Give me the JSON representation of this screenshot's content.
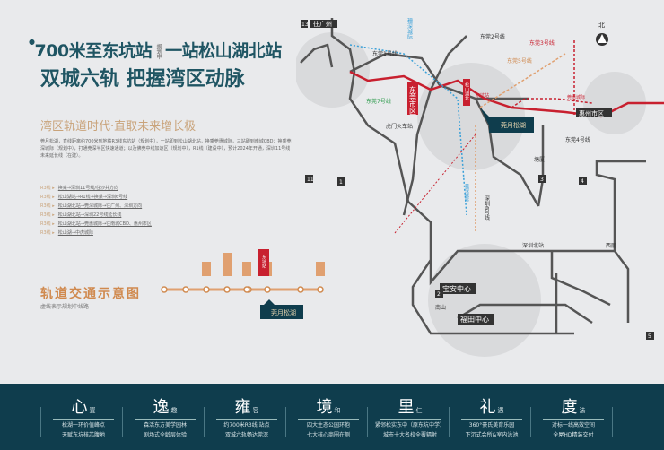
{
  "header": {
    "title_part1": "700米至东坑站",
    "title_note": "规划中",
    "title_part2": "一站松山湖北站",
    "subtitle": "双城六轨  把握湾区动脉"
  },
  "intro": {
    "heading": "湾区轨道时代·直取未来增长极",
    "paragraph": "莞月松湖，直线距离约700米到地铁R3线东坑站（规划中），一站即到松山湖北站，换乘莞惠城际，三站即到南城CBD；换乘莞深城际（规划中），打通莞深半区快速通道；以及佛莞中线加速区（规划中），R1线（建设中），预计2024年开通，深圳11号线未来延长线（在建）。"
  },
  "routes": [
    {
      "tag": "R3线 ▸",
      "text": "换乘→深圳11号线/往沙井方向"
    },
    {
      "tag": "R3线 ▸",
      "text": "松山湖站→R1线→换乘→深圳6号线"
    },
    {
      "tag": "R3线 ▸",
      "text": "松山湖北站→莞深城际→往广州、深圳方向"
    },
    {
      "tag": "R3线 ▸",
      "text": "松山湖北站→深圳22号线延长线"
    },
    {
      "tag": "R3线 ▸",
      "text": "松山湖北站→莞惠城际→往南城CBD、惠州市区"
    },
    {
      "tag": "R3线 ▸",
      "text": "松山湖→中虎城际"
    }
  ],
  "diagram": {
    "title": "轨道交通示意图",
    "subtitle": "虚线表示规划中线路",
    "highlight_station": "东坑站",
    "project_name": "莞月松湖"
  },
  "map": {
    "north": "北",
    "to_guangzhou": "往广州",
    "line13": "13",
    "lines": [
      "穗深城际",
      "东莞1号线",
      "东莞2号线",
      "东莞3号线",
      "东莞5号线",
      "东莞7号线",
      "莞惠城际",
      "深圳6号线",
      "东莞4号线",
      "莞深城际"
    ],
    "areas": [
      "东莞市区",
      "惠州市区",
      "宝安中心",
      "福田中心"
    ],
    "stations": [
      "松山湖北",
      "东坑站",
      "深圳北站",
      "西丽",
      "南山",
      "虎门火车站",
      "塘厦"
    ],
    "line_numbers": [
      "11",
      "1",
      "4",
      "3",
      "2",
      "5"
    ],
    "project_name": "莞月松湖"
  },
  "features": [
    {
      "big": "心",
      "small": "置",
      "l1": "松湖一环价值峰点",
      "l2": "天赋东坑核芯腹地"
    },
    {
      "big": "逸",
      "small": "趣",
      "l1": "森活东方美学园林",
      "l2": "剧场式全龄层体验"
    },
    {
      "big": "雍",
      "small": "容",
      "l1": "约700米R3线 站点",
      "l2": "双城六轨畅达莞深"
    },
    {
      "big": "境",
      "small": "和",
      "l1": "四大生态公园环抱",
      "l2": "七大核心商圈在侧"
    },
    {
      "big": "里",
      "small": "仁",
      "l1": "紧邻松实东中（原东坑中学）",
      "l2": "城市十大名校全覆辐射"
    },
    {
      "big": "礼",
      "small": "遇",
      "l1": "360°豪氏美育乐园",
      "l2": "下沉式会所&室内泳池"
    },
    {
      "big": "度",
      "small": "法",
      "l1": "对标一线高效空间",
      "l2": "全屋HD精装交付"
    }
  ],
  "colors": {
    "teal": "#0f3d4d",
    "accent": "#c9a37a",
    "red": "#c8202f",
    "orange": "#d08a4f"
  }
}
